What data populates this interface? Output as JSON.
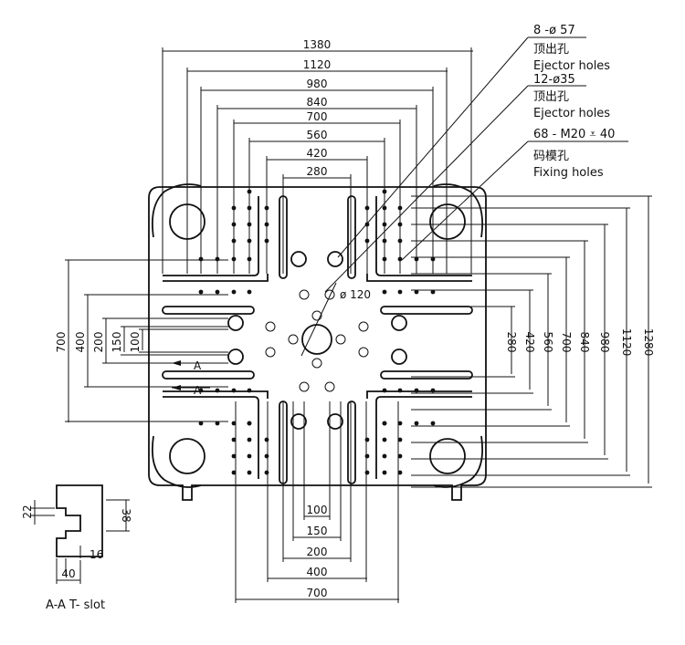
{
  "top_dims": [
    "1380",
    "1120",
    "980",
    "840",
    "700",
    "560",
    "420",
    "280"
  ],
  "right_dims": [
    "280",
    "420",
    "560",
    "700",
    "840",
    "980",
    "1120",
    "1280"
  ],
  "left_dims": [
    "700",
    "400",
    "200",
    "150",
    "100"
  ],
  "bottom_dims": [
    "100",
    "150",
    "200",
    "400",
    "700"
  ],
  "center_dia": "ø 120",
  "section_mark": "A",
  "notes": {
    "ejector57": {
      "spec": "8 -ø 57",
      "cn": "顶出孔",
      "en": "Ejector holes"
    },
    "ejector35": {
      "spec": "12-ø35",
      "cn": "顶出孔",
      "en": "Ejector holes"
    },
    "fixing": {
      "spec": "68 - M20 ⩡ 40",
      "cn": "码模孔",
      "en": "Fixing holes"
    }
  },
  "tslot": {
    "caption": "A-A T- slot",
    "dims": [
      "22",
      "38",
      "16",
      "40"
    ]
  }
}
